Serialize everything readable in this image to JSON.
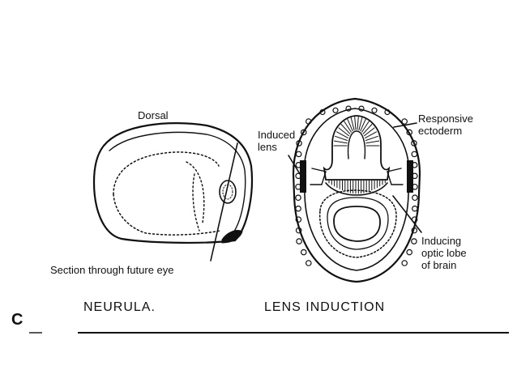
{
  "labels": {
    "dorsal": "Dorsal",
    "section_through_future_eye": "Section through future eye",
    "induced_lens_1": "Induced",
    "induced_lens_2": "lens",
    "responsive_ectoderm_1": "Responsive",
    "responsive_ectoderm_2": "ectoderm",
    "inducing_1": "Inducing",
    "inducing_2": "optic lobe",
    "inducing_3": "of brain"
  },
  "captions": {
    "left": "NEURULA.",
    "right": "LENS INDUCTION"
  },
  "panel_letter": "C",
  "colors": {
    "ink": "#111111",
    "background": "#ffffff"
  }
}
